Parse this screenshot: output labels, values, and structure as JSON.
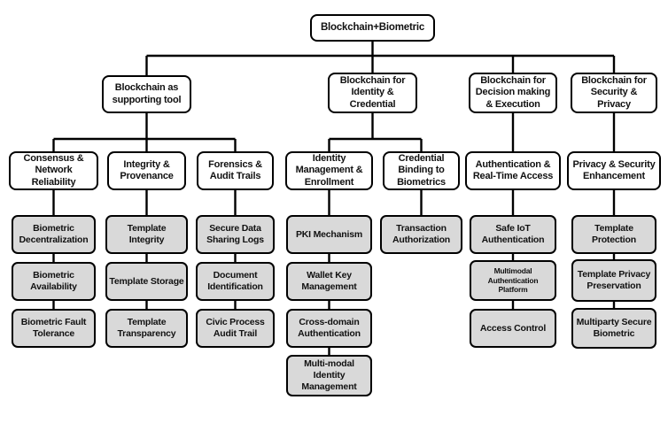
{
  "diagram": {
    "root": "Blockchain+Biometric",
    "branches": [
      {
        "label": "Blockchain as supporting tool",
        "categories": [
          {
            "label": "Consensus & Network Reliability",
            "items": [
              "Biometric Decentralization",
              "Biometric Availability",
              "Biometric Fault Tolerance"
            ]
          },
          {
            "label": "Integrity & Provenance",
            "items": [
              "Template Integrity",
              "Template Storage",
              "Template Transparency"
            ]
          },
          {
            "label": "Forensics & Audit Trails",
            "items": [
              "Secure Data Sharing Logs",
              "Document Identification",
              "Civic Process Audit Trail"
            ]
          }
        ]
      },
      {
        "label": "Blockchain for Identity & Credential",
        "categories": [
          {
            "label": "Identity Management & Enrollment",
            "items": [
              "PKI Mechanism",
              "Wallet Key Management",
              "Cross-domain Authentication",
              "Multi-modal Identity Management"
            ]
          },
          {
            "label": "Credential Binding to Biometrics",
            "items": [
              "Transaction Authorization"
            ]
          }
        ]
      },
      {
        "label": "Blockchain for Decision making & Execution",
        "categories": [
          {
            "label": "Authentication & Real-Time Access",
            "items": [
              "Safe IoT Authentication",
              "Multimodal Authentication Platform",
              "Access Control"
            ]
          }
        ]
      },
      {
        "label": "Blockchain for Security & Privacy",
        "categories": [
          {
            "label": "Privacy & Security Enhancement",
            "items": [
              "Template Protection",
              "Template Privacy Preservation",
              "Multiparty Secure Biometric"
            ]
          }
        ]
      }
    ],
    "colors": {
      "node_fill": "#ffffff",
      "leaf_fill": "#d9d9d9",
      "line": "#000000"
    }
  }
}
